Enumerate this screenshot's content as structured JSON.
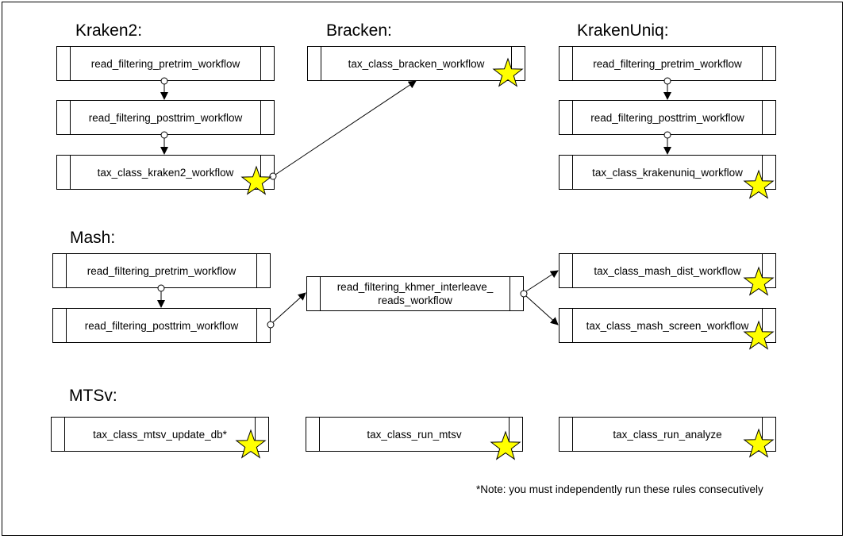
{
  "sections": {
    "kraken2": "Kraken2:",
    "bracken": "Bracken:",
    "krakenuniq": "KrakenUniq:",
    "mash": "Mash:",
    "mtsv": "MTSv:"
  },
  "boxes": {
    "k2_pretrim": "read_filtering_pretrim_workflow",
    "k2_posttrim": "read_filtering_posttrim_workflow",
    "k2_class": "tax_class_kraken2_workflow",
    "bracken_class": "tax_class_bracken_workflow",
    "ku_pretrim": "read_filtering_pretrim_workflow",
    "ku_posttrim": "read_filtering_posttrim_workflow",
    "ku_class": "tax_class_krakenuniq_workflow",
    "mash_pretrim": "read_filtering_pretrim_workflow",
    "mash_posttrim": "read_filtering_posttrim_workflow",
    "khmer": "read_filtering_khmer_interleave_\nreads_workflow",
    "mash_dist": "tax_class_mash_dist_workflow",
    "mash_screen": "tax_class_mash_screen_workflow",
    "mtsv_update": "tax_class_mtsv_update_db*",
    "mtsv_run": "tax_class_run_mtsv",
    "mtsv_analyze": "tax_class_run_analyze"
  },
  "note": "*Note: you must independently run these rules consecutively",
  "colors": {
    "star_fill": "#ffff00",
    "line": "#000000"
  },
  "icons": {
    "final_output_marker": "star-icon"
  }
}
